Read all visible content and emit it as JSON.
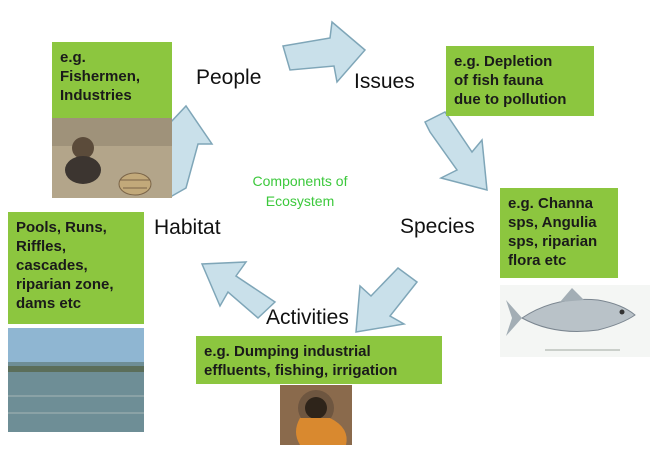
{
  "center_label": [
    "Components of",
    "Ecosystem"
  ],
  "nodes": {
    "people": "People",
    "issues": "Issues",
    "species": "Species",
    "activities": "Activities",
    "habitat": "Habitat"
  },
  "boxes": {
    "people": [
      "e.g.",
      "Fishermen,",
      "Industries"
    ],
    "issues": [
      "e.g. Depletion",
      "of fish fauna",
      "due to pollution"
    ],
    "species": [
      "e.g. Channa",
      "sps, Angulia",
      "sps, riparian",
      "flora etc"
    ],
    "activities": [
      "e.g. Dumping industrial",
      "effluents, fishing, irrigation"
    ],
    "habitat": [
      "Pools, Runs,",
      "Riffles,",
      "cascades,",
      "riparian zone,",
      "dams etc"
    ]
  },
  "colors": {
    "box_green": "#8cc63f",
    "arrow_fill": "#c9e0ea",
    "arrow_stroke": "#7fa6b8",
    "center_text": "#3cc83c"
  },
  "icons": {
    "arrows": "curved-block-arrow",
    "photos": [
      "fisherman-photo",
      "fish-photo",
      "effluent-pipe-photo",
      "river-habitat-photo"
    ]
  }
}
